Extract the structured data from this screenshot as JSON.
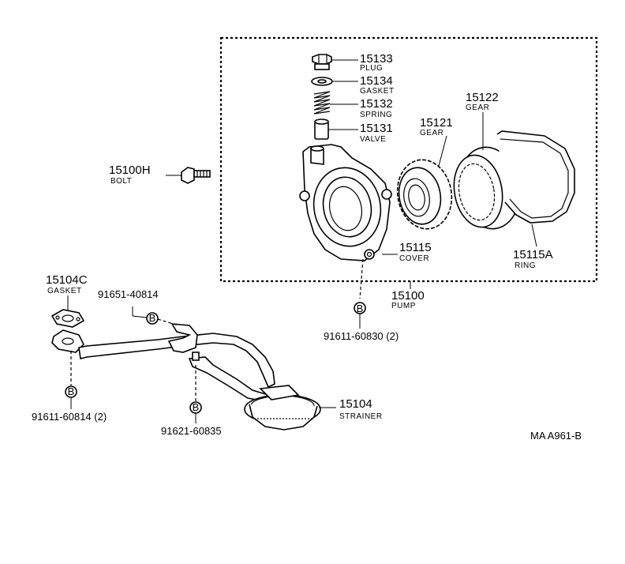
{
  "callouts": [
    {
      "id": "plug",
      "number": "15133",
      "name": "PLUG"
    },
    {
      "id": "gasket-small",
      "number": "15134",
      "name": "GASKET"
    },
    {
      "id": "spring",
      "number": "15132",
      "name": "SPRING"
    },
    {
      "id": "valve",
      "number": "15131",
      "name": "VALVE"
    },
    {
      "id": "drive-gear",
      "number": "15121",
      "name": "GEAR"
    },
    {
      "id": "driven-gear",
      "number": "15122",
      "name": "GEAR"
    },
    {
      "id": "bolt",
      "number": "15100H",
      "name": "BOLT"
    },
    {
      "id": "cover",
      "number": "15115",
      "name": "COVER"
    },
    {
      "id": "ring",
      "number": "15115A",
      "name": "RING"
    },
    {
      "id": "pump",
      "number": "15100",
      "name": "PUMP"
    },
    {
      "id": "gasket-pipe",
      "number": "15104C",
      "name": "GASKET"
    },
    {
      "id": "strainer",
      "number": "15104",
      "name": "STRAINER"
    }
  ],
  "references": [
    {
      "id": "bolt-pump",
      "text": "91611-60830 (2)",
      "marker": "B"
    },
    {
      "id": "bolt-pipe",
      "text": "91611-60814 (2)",
      "marker": "B"
    },
    {
      "id": "bolt-clamp",
      "text": "91651-40814",
      "marker": "B"
    },
    {
      "id": "bolt-bracket",
      "text": "91621-60835",
      "marker": "B"
    }
  ],
  "drawing_code": "MA A961-B"
}
